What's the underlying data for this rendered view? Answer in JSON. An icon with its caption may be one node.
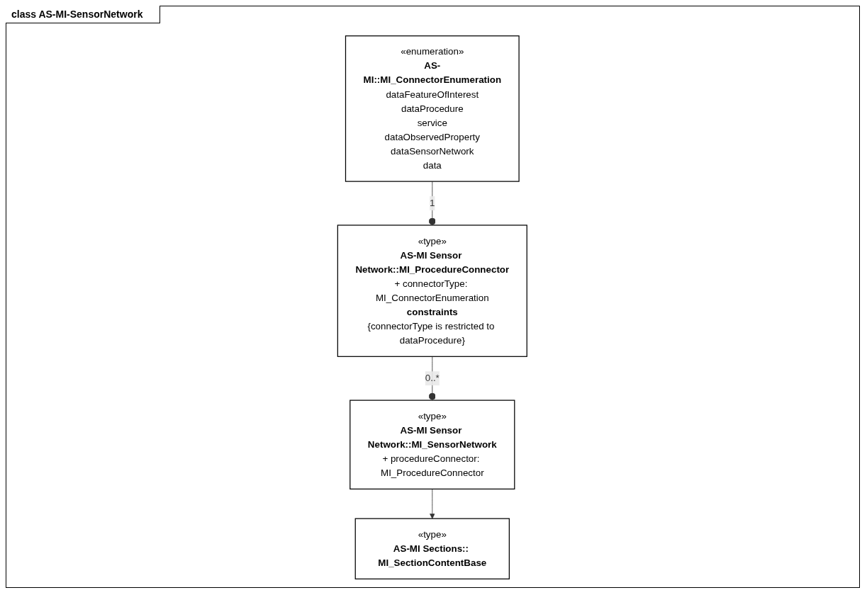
{
  "diagram": {
    "title": "class AS-MI-SensorNetwork",
    "nodes": [
      {
        "text": [
          "«type»",
          "AS-MI Sections:: MI_SectionContentBase"
        ]
      },
      {
        "text": [
          "«type»",
          "AS-MI Sensor Network::MI_SensorNetwork",
          "+ procedureConnector: MI_ProcedureConnector"
        ]
      },
      {
        "text": [
          "«enumeration»",
          "AS-MI::MI_ConnectorEnumeration",
          "dataFeatureOfInterest",
          "dataProcedure",
          "service",
          "dataObservedProperty",
          "dataSensorNetwork",
          "data"
        ]
      },
      {
        "text": [
          "«type»",
          "AS-MI Sensor Network::MI_ProcedureConnector",
          "+ connectorType: MI_ConnectorEnumeration",
          "constraints",
          "{connectorType is restricted to dataProcedure}"
        ]
      }
    ],
    "edges": [
      {
        "from": 1,
        "to": 0,
        "arrow": "to"
      },
      {
        "from": 3,
        "to": 1,
        "arrow": "other",
        "label": "0..*"
      },
      {
        "from": 2,
        "to": 3,
        "arrow": "other",
        "label": "1"
      }
    ]
  }
}
